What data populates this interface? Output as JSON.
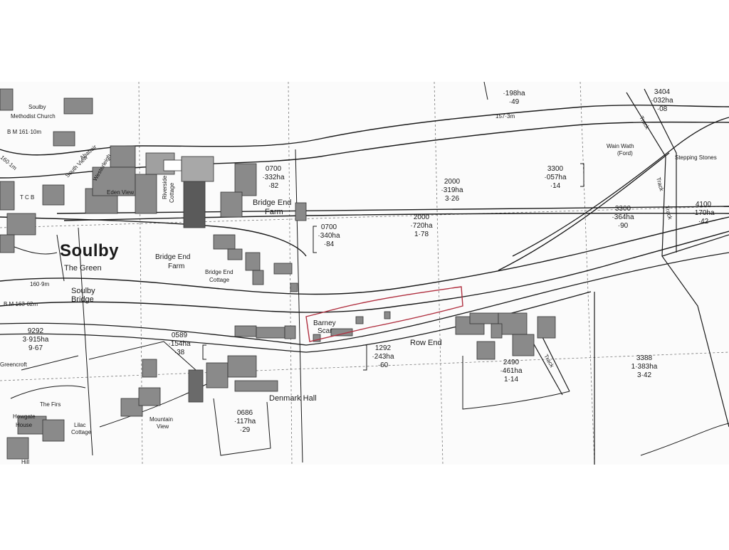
{
  "map": {
    "colors": {
      "paper": "#ffffff",
      "ink": "#1a1a1a",
      "building": "#8a8a8a",
      "building_dark": "#5a5a5a",
      "boundary": "#b03040"
    },
    "places": {
      "soulby": "Soulby",
      "the_green": "The Green",
      "soulby_bridge_1": "Soulby",
      "soulby_bridge_2": "Bridge",
      "methodist_1": "Soulby",
      "methodist_2": "Methodist Church",
      "bm_161": "B M 161·10m",
      "bm_163": "B M 163·02m",
      "spot_160_1": "160·1m",
      "spot_160_9": "160·9m",
      "tcb": "T C B",
      "abattoir": "Abattoir",
      "south_view": "South View",
      "westerleigh": "Westerleigh",
      "eden_view": "Eden View",
      "riverside_1": "Riverside",
      "riverside_2": "Cottage",
      "bridge_end_farm_n_1": "Bridge End",
      "bridge_end_farm_n_2": "Farm",
      "bridge_end_farm_s_1": "Bridge End",
      "bridge_end_farm_s_2": "Farm",
      "bridge_end_cottage_1": "Bridge End",
      "bridge_end_cottage_2": "Cottage",
      "barney_scar_1": "Barney",
      "barney_scar_2": "Scar",
      "row_end": "Row End",
      "denmark_hall": "Denmark Hall",
      "mountain_view_1": "Mountain",
      "mountain_view_2": "View",
      "the_firs": "The Firs",
      "greencroft": "Greencroft",
      "howgate_1": "Howgate",
      "howgate_2": "House",
      "lilac_1": "Lilac",
      "lilac_2": "Cottage",
      "hill": "Hill",
      "spot_157_3": "157·3m",
      "wain_wath_1": "Wain Wath",
      "wain_wath_2": "(Ford)",
      "stepping_stones": "Stepping Stones",
      "track_1": "Track",
      "track_2": "Track",
      "track_3": "Track",
      "track_4": "Track"
    },
    "parcels": [
      {
        "id": "0700a",
        "num": "0700",
        "area": "·332ha",
        "acres": "·82"
      },
      {
        "id": "0700b",
        "num": "0700",
        "area": "·340ha",
        "acres": "·84"
      },
      {
        "id": "2000a",
        "num": "2000",
        "area": "·319ha",
        "acres": "3·26"
      },
      {
        "id": "2000b",
        "num": "2000",
        "area": "·720ha",
        "acres": "1·78"
      },
      {
        "id": "198",
        "num": "",
        "area": "·198ha",
        "acres": "·49"
      },
      {
        "id": "3404",
        "num": "3404",
        "area": "·032ha",
        "acres": "·08"
      },
      {
        "id": "3300a",
        "num": "3300",
        "area": "·057ha",
        "acres": "·14"
      },
      {
        "id": "3300b",
        "num": "3300",
        "area": "·364ha",
        "acres": "·90"
      },
      {
        "id": "4100",
        "num": "4100",
        "area": "·170ha",
        "acres": "·42"
      },
      {
        "id": "9292",
        "num": "9292",
        "area": "3·915ha",
        "acres": "9·67"
      },
      {
        "id": "0589",
        "num": "0589",
        "area": "·154ha",
        "acres": "·38"
      },
      {
        "id": "1292",
        "num": "1292",
        "area": "·243ha",
        "acres": "·60"
      },
      {
        "id": "2490",
        "num": "2490",
        "area": "·461ha",
        "acres": "1·14"
      },
      {
        "id": "3388",
        "num": "3388",
        "area": "1·383ha",
        "acres": "3·42"
      },
      {
        "id": "0686",
        "num": "0686",
        "area": "·117ha",
        "acres": "·29"
      }
    ]
  }
}
